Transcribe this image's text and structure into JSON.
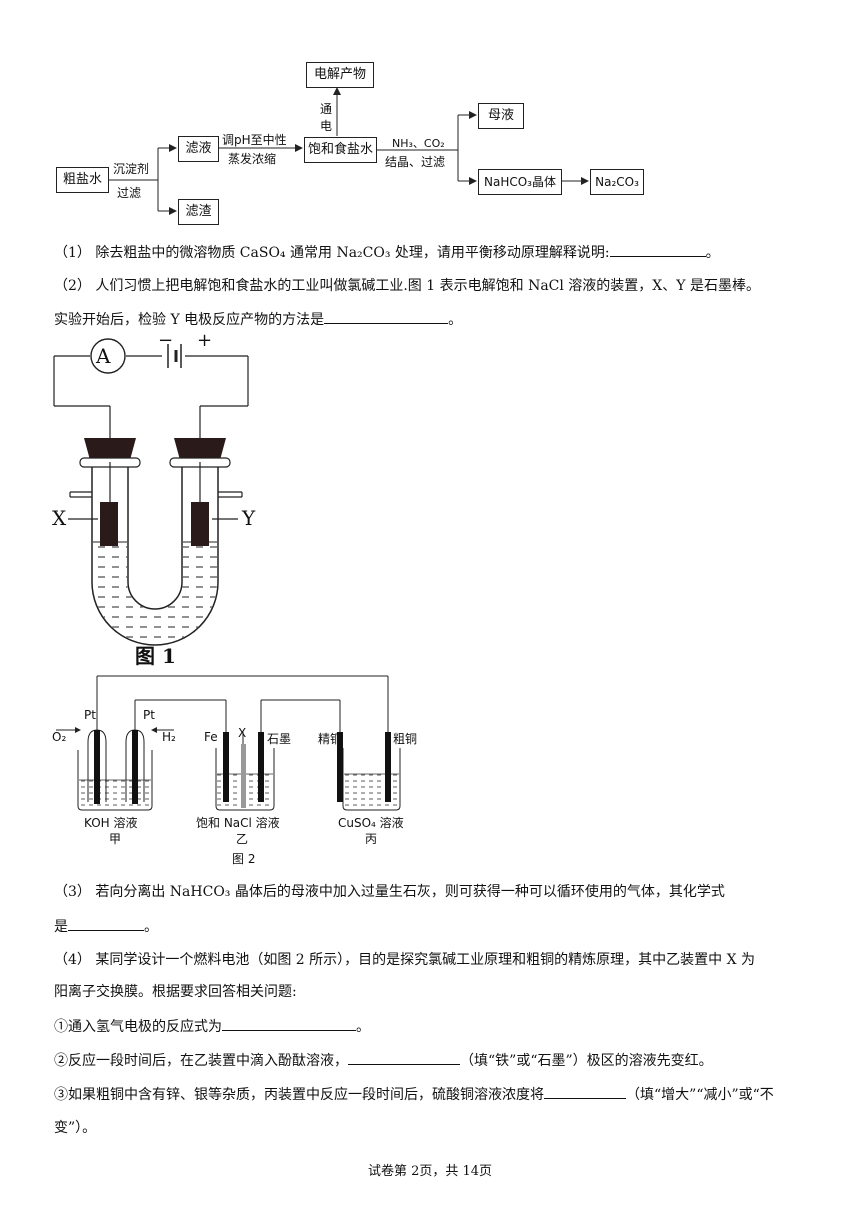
{
  "flowchart": {
    "boxes": {
      "raw_brine": "粗盐水",
      "filtrate": "滤液",
      "residue": "滤渣",
      "saturated_brine": "饱和食盐水",
      "electrolysis_product": "电解产物",
      "mother_liquor": "母液",
      "nahco3_crystal": "NaHCO₃晶体",
      "na2co3": "Na₂CO₃"
    },
    "labels": {
      "precipitant": "沉淀剂",
      "filter": "过滤",
      "adjust_ph": "调pH至中性",
      "evaporate": "蒸发浓缩",
      "energize_1": "通",
      "energize_2": "电",
      "nh3_co2": "NH₃、CO₂",
      "crystallize_filter": "结晶、过滤"
    }
  },
  "questions": {
    "q1": "（1）  除去粗盐中的微溶物质 CaSO₄ 通常用 Na₂CO₃ 处理，请用平衡移动原理解释说明:",
    "q1_end": "。",
    "q2_line1": "（2）  人们习惯上把电解饱和食盐水的工业叫做氯碱工业.图 1 表示电解饱和 NaCl 溶液的装置，X、Y 是石墨棒。",
    "q2_line2": "实验开始后，检验 Y 电极反应产物的方法是",
    "q2_end": "。",
    "q3_line1": "（3）  若向分离出 NaHCO₃ 晶体后的母液中加入过量生石灰，则可获得一种可以循环使用的气体，其化学式",
    "q3_line2": "是",
    "q3_end": "。",
    "q4_line1": "（4）  某同学设计一个燃料电池（如图 2 所示），目的是探究氯碱工业原理和粗铜的精炼原理，其中乙装置中 X 为",
    "q4_line2": "阳离子交换膜。根据要求回答相关问题:",
    "q4_1": "①通入氢气电极的反应式为",
    "q4_1_end": "。",
    "q4_2": "②反应一段时间后，在乙装置中滴入酚酞溶液，",
    "q4_2_end": "（填“铁”或“石墨”）极区的溶液先变红。",
    "q4_3": "③如果粗铜中含有锌、银等杂质，丙装置中反应一段时间后，硫酸铜溶液浓度将",
    "q4_3_end": "（填“增大”“减小”或“不",
    "q4_3_line2": "变”）。"
  },
  "figure1": {
    "ammeter": "A",
    "minus": "−",
    "plus": "+",
    "left_electrode": "X",
    "right_electrode": "Y",
    "caption": "图 1"
  },
  "figure2": {
    "pt_left": "Pt",
    "pt_right": "Pt",
    "o2": "O₂",
    "h2": "H₂",
    "fe": "Fe",
    "x": "X",
    "graphite": "石墨",
    "refined_copper": "精铜",
    "crude_copper": "粗铜",
    "koh": "KOH 溶液",
    "jia": "甲",
    "nacl": "饱和 NaCl 溶液",
    "yi": "乙",
    "cuso4": "CuSO₄ 溶液",
    "bing": "丙",
    "caption": "图 2"
  },
  "footer": "试卷第 2页，共 14页"
}
